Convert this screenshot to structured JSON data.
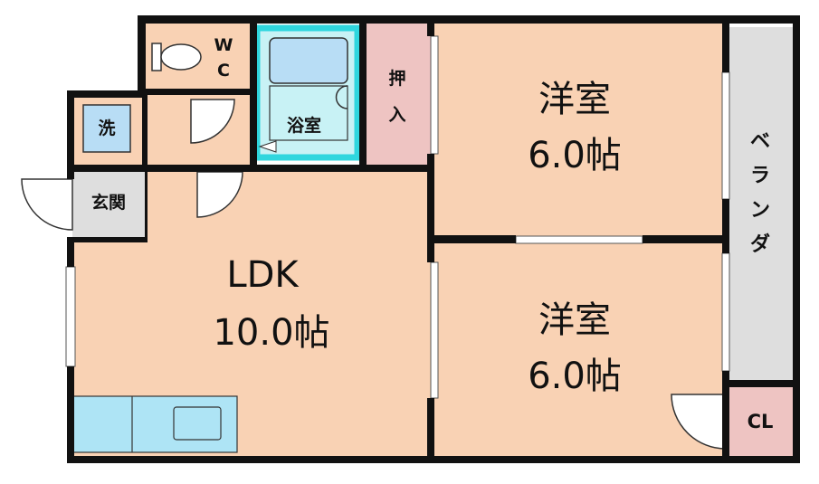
{
  "rooms": {
    "wc": {
      "label_top": "W",
      "label_bottom": "C"
    },
    "bath": {
      "label": "浴室"
    },
    "oshiire": {
      "label_top": "押",
      "label_bottom": "入"
    },
    "western_upper": {
      "name": "洋室",
      "size": "6.0帖"
    },
    "western_lower": {
      "name": "洋室",
      "size": "6.0帖"
    },
    "ldk": {
      "name": "LDK",
      "size": "10.0帖"
    },
    "washer": {
      "label": "洗"
    },
    "entrance": {
      "label": "玄関"
    },
    "veranda": {
      "chars": [
        "ベ",
        "ラ",
        "ン",
        "ダ"
      ]
    },
    "closet": {
      "label": "CL"
    }
  },
  "colors": {
    "wall": "#111111",
    "room_fill": "#f9d2b4",
    "bath_fill": "#c8f2f5",
    "bath_border": "#2fd6de",
    "storage_fill": "#eec4c2",
    "veranda_fill": "#dedede",
    "fixture_fill": "#b8ddf5",
    "kitchen_fill": "#aee4f5"
  }
}
